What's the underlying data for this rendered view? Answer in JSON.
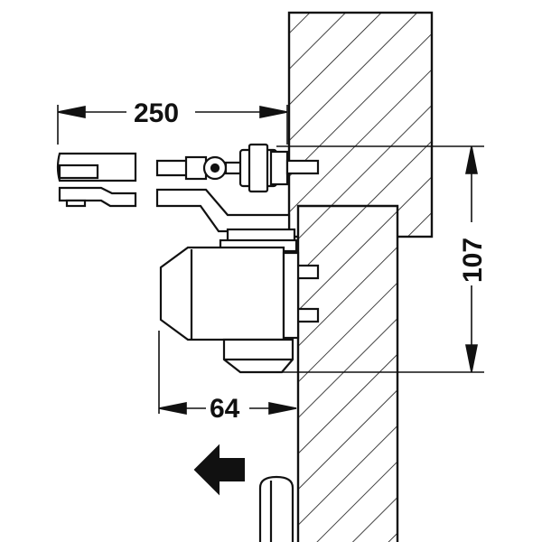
{
  "dimensions": {
    "top_width": "250",
    "right_height": "107",
    "bottom_width": "64"
  },
  "icons": {
    "direction": "arrow-left-icon"
  },
  "colors": {
    "stroke": "#111111",
    "fill_light": "#ffffff",
    "fill_dark": "#111111"
  }
}
